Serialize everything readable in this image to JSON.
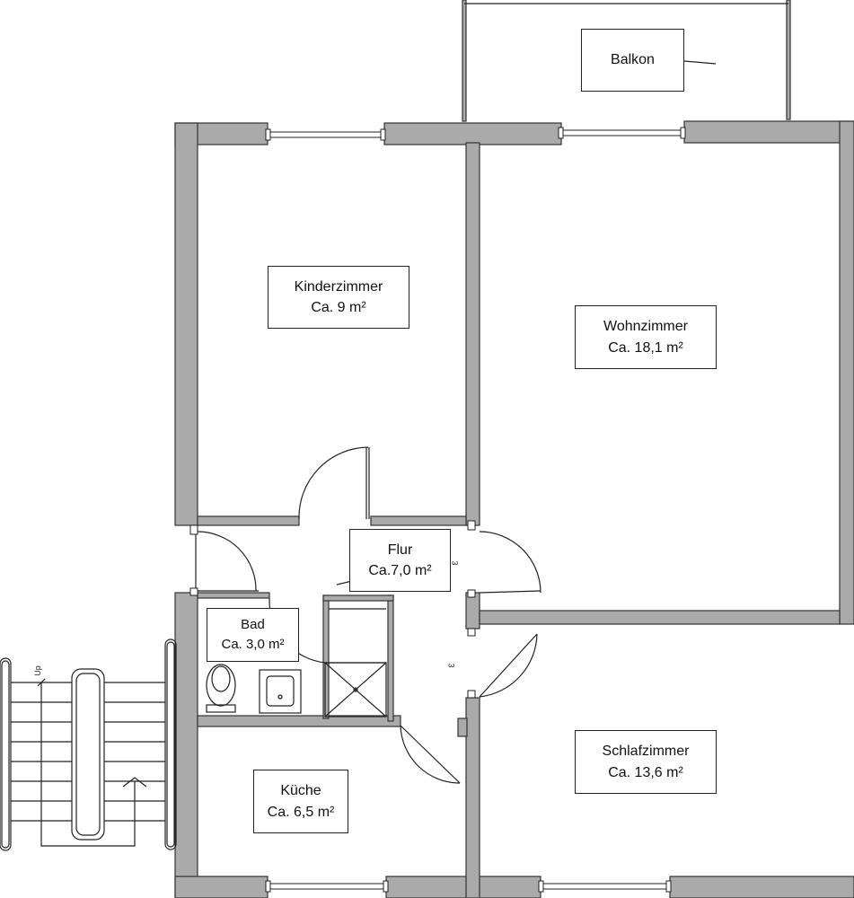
{
  "rooms": {
    "balkon": {
      "name": "Balkon",
      "area": ""
    },
    "kinderzimmer": {
      "name": "Kinderzimmer",
      "area": "Ca. 9 m²"
    },
    "wohnzimmer": {
      "name": "Wohnzimmer",
      "area": "Ca. 18,1 m²"
    },
    "flur": {
      "name": "Flur",
      "area": "Ca.7,0 m²"
    },
    "bad": {
      "name": "Bad",
      "area": "Ca. 3,0 m²"
    },
    "kueche": {
      "name": "Küche",
      "area": "Ca. 6,5 m²"
    },
    "schlafzimmer": {
      "name": "Schlafzimmer",
      "area": "Ca. 13,6 m²"
    }
  },
  "stair": {
    "direction_label": "Up"
  },
  "door_marks": [
    "3",
    "3"
  ],
  "colors": {
    "wall_fill": "#aaaaaa",
    "wall_stroke": "#333333",
    "line": "#222222"
  }
}
